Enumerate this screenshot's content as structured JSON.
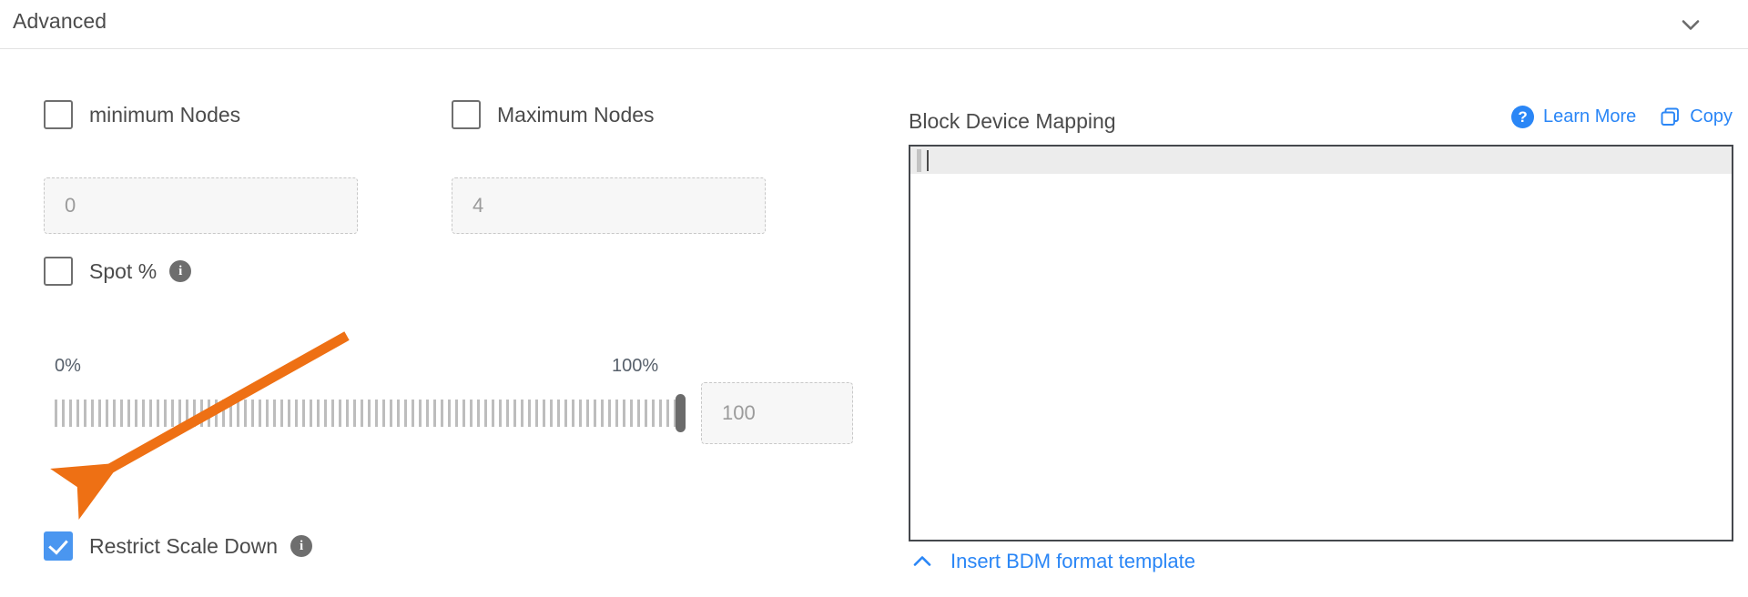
{
  "section": {
    "title": "Advanced",
    "collapse_icon": "chevron-down-icon"
  },
  "left": {
    "min_nodes": {
      "label": "minimum Nodes",
      "checked": false,
      "input_placeholder": "0",
      "input_value": ""
    },
    "max_nodes": {
      "label": "Maximum Nodes",
      "checked": false,
      "input_placeholder": "4",
      "input_value": ""
    },
    "spot": {
      "label": "Spot %",
      "checked": false,
      "info_icon": "info-icon",
      "info_glyph": "i"
    },
    "slider": {
      "min_label": "0%",
      "max_label": "100%",
      "value": 100,
      "min": 0,
      "max": 100,
      "input_placeholder": "100",
      "input_value": ""
    },
    "restrict_scale_down": {
      "label": "Restrict Scale Down",
      "checked": true,
      "info_icon": "info-icon",
      "info_glyph": "i"
    }
  },
  "right": {
    "title": "Block Device Mapping",
    "learn_more": {
      "label": "Learn More",
      "icon": "question-circle-icon",
      "glyph": "?"
    },
    "copy": {
      "label": "Copy",
      "icon": "copy-icon"
    },
    "editor": {
      "content": "",
      "active_line": 1
    },
    "footer_link": {
      "label": "Insert BDM format template",
      "icon": "chevron-up-icon"
    }
  },
  "annotation": {
    "type": "arrow",
    "color": "#ee7014",
    "points_to": "restrict-scale-down-checkbox"
  },
  "colors": {
    "accent_blue": "#2a86f6",
    "checkbox_blue": "#4a96f0",
    "annotation_orange": "#ee7014",
    "text": "#4b4b4b",
    "border": "#e2e2e2"
  }
}
